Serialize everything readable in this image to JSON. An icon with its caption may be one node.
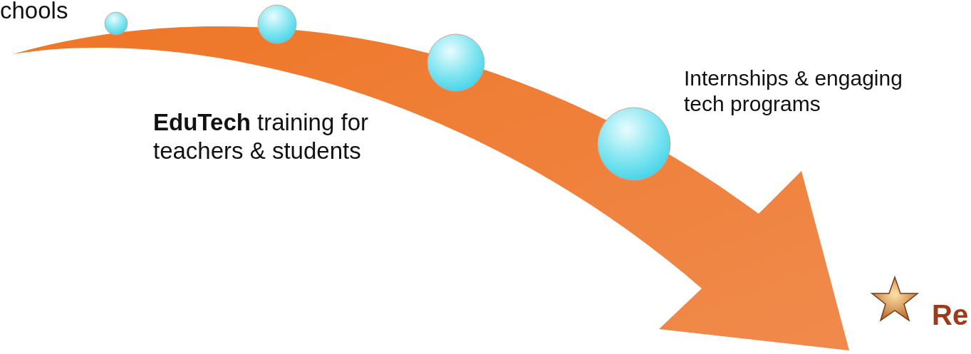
{
  "diagram": {
    "labels": [
      "chools",
      "**EduTech** training for teachers & students",
      "Internships & engaging tech programs",
      "Re"
    ]
  }
}
